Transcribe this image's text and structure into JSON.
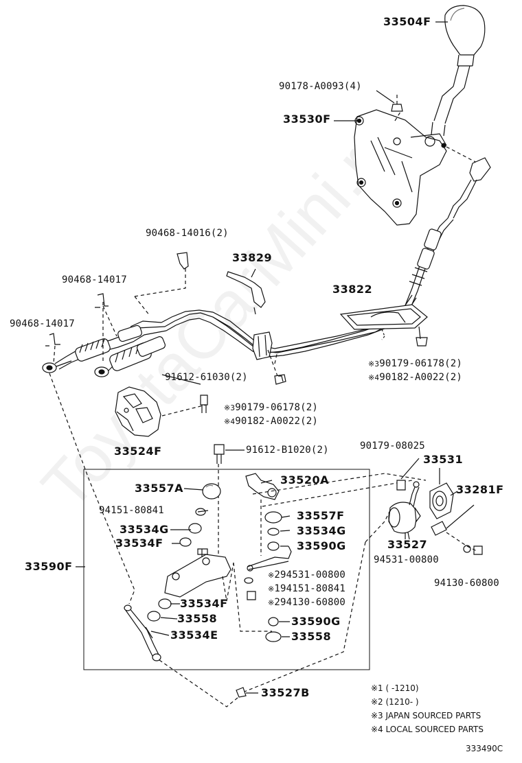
{
  "watermark": "ToyotaCarMini.ru",
  "diagram_id": "333490C",
  "parts": {
    "p33504F": "33504F",
    "p90178A0093": "90178-A0093(4)",
    "p33530F": "33530F",
    "p9046814016": "90468-14016(2)",
    "p33829": "33829",
    "p90468_14017a": "90468-14017",
    "p90468_14017b": "90468-14017",
    "p33822": "33822",
    "p90179_06178_2a": "90179-06178(2)",
    "p90182_A0022_2a": "90182-A0022(2)",
    "p91612_61030": "91612-61030(2)",
    "p90179_06178_2b": "90179-06178(2)",
    "p90182_A0022_2b": "90182-A0022(2)",
    "p33524F": "33524F",
    "p91612_B1020": "91612-B1020(2)",
    "p90179_08025": "90179-08025",
    "p33531": "33531",
    "p33281F": "33281F",
    "p33557A": "33557A",
    "p33520A": "33520A",
    "p94151_80841": "94151-80841",
    "p33557F": "33557F",
    "p33534G_a": "33534G",
    "p33534G_b": "33534G",
    "p33534F_a": "33534F",
    "p33590G_a": "33590G",
    "p33527": "33527",
    "p94531_00800": "94531-00800",
    "p94130_60800": "94130-60800",
    "p33590F": "33590F",
    "p294531": "294531-00800",
    "p194151": "194151-80841",
    "p294130": "294130-60800",
    "p33534F_b": "33534F",
    "p33558_a": "33558",
    "p33590G_b": "33590G",
    "p33534E": "33534E",
    "p33558_b": "33558",
    "p33527B": "33527B"
  },
  "marks": {
    "m3a": "※3",
    "m4a": "※4",
    "m3b": "※3",
    "m4b": "※4",
    "m2a": "※",
    "m1a": "※",
    "m2b": "※"
  },
  "legend": {
    "n1": "※1 (    -1210)",
    "n2": "※2 (1210-    )",
    "n3": "※3 JAPAN SOURCED PARTS",
    "n4": "※4 LOCAL SOURCED PARTS"
  }
}
